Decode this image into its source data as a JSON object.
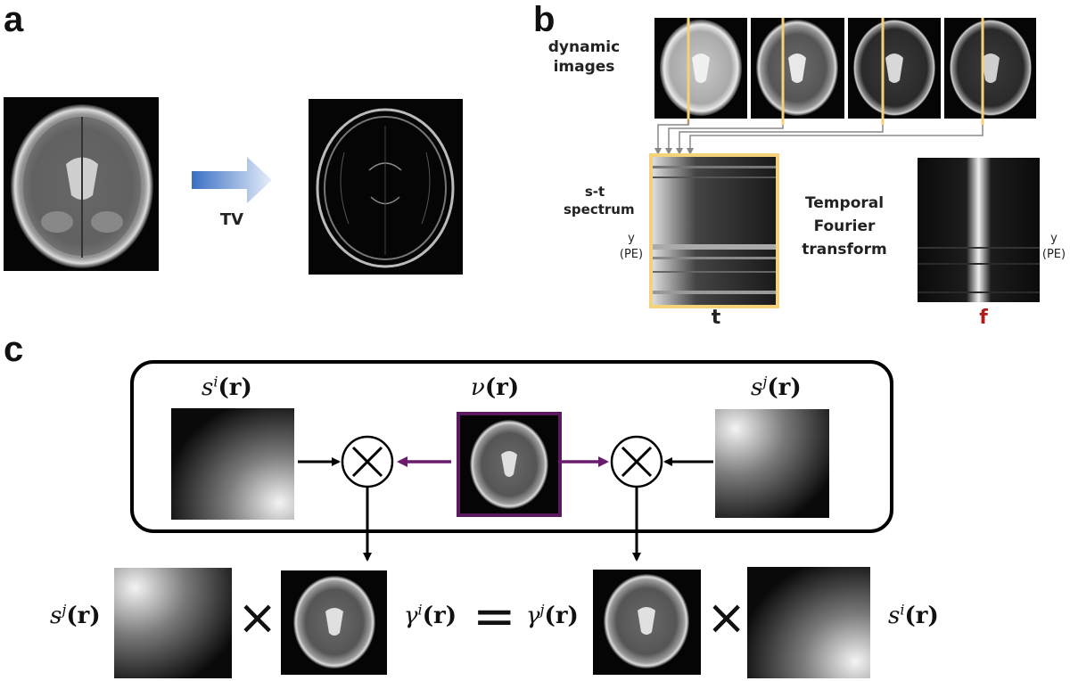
{
  "panels": {
    "a": "a",
    "b": "b",
    "c": "c"
  },
  "panel_a": {
    "arrow_label": "TV"
  },
  "panel_b": {
    "dynamic_images_label": "dynamic\nimages",
    "st_spectrum_label": "s-t\nspectrum",
    "axis_y_left": "y\n(PE)",
    "axis_y_right": "y\n(PE)",
    "temporal_ft_label": "Temporal\nFourier\ntransform",
    "x_label_t": "t",
    "x_label_f": "f",
    "f_color": "#b01c1c",
    "highlight_color": "#f3d27a"
  },
  "panel_c": {
    "s_i_top": {
      "base": "s",
      "sup": "i",
      "arg": "(r)"
    },
    "nu_top": {
      "base": "ν",
      "sup": "",
      "arg": "(r)"
    },
    "s_j_top": {
      "base": "s",
      "sup": "j",
      "arg": "(r)"
    },
    "s_j_bottom": {
      "base": "s",
      "sup": "j",
      "arg": "(r)"
    },
    "gamma_i": {
      "base": "γ",
      "sup": "i",
      "arg": "(r)"
    },
    "equals": "=",
    "gamma_j": {
      "base": "γ",
      "sup": "j",
      "arg": "(r)"
    },
    "s_i_bottom": {
      "base": "s",
      "sup": "i",
      "arg": "(r)"
    },
    "times_left": "×",
    "times_right": "×",
    "nu_border_color": "#5b1a5e",
    "purple_arrow_color": "#6a1b6e"
  }
}
